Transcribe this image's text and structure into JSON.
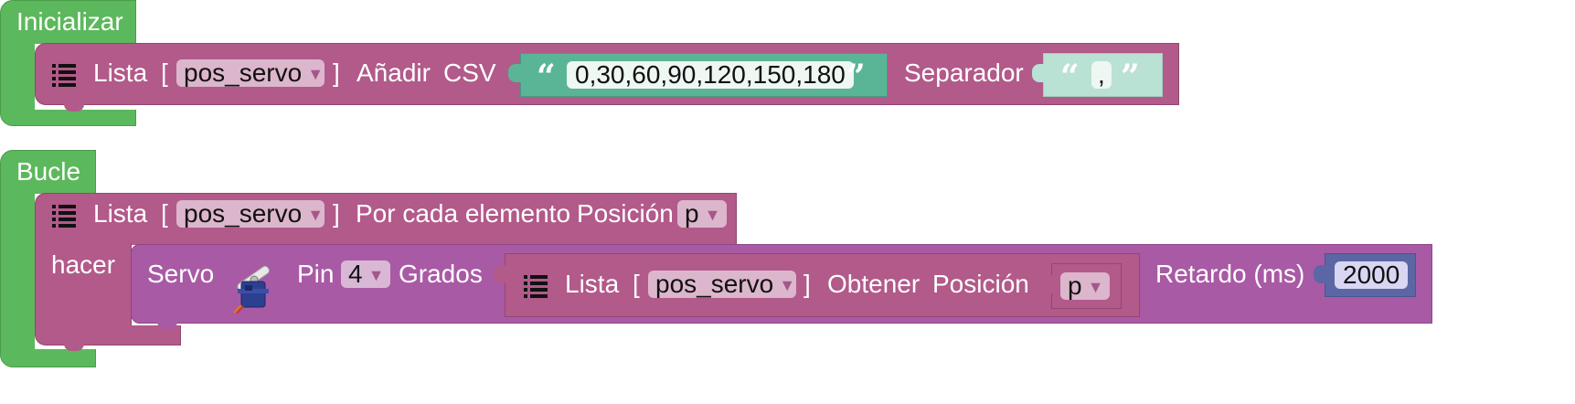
{
  "colors": {
    "event_green": "#5cb85c",
    "list_magenta": "#b25a8a",
    "servo_purple": "#a95aa5",
    "text_green": "#5ab596",
    "text_green_light": "#b9e1d4",
    "number_blue": "#5b67a5"
  },
  "init": {
    "label": "Inicializar",
    "list_block": {
      "icon": "list-icon",
      "lista_label": "Lista",
      "open_bracket": "[",
      "close_bracket": "]",
      "variable": "pos_servo",
      "action_label": "Añadir",
      "csv_label": "CSV",
      "csv_value": "0,30,60,90,120,150,180",
      "separator_label": "Separador",
      "separator_value": ","
    }
  },
  "loop": {
    "label": "Bucle",
    "foreach_block": {
      "icon": "list-icon",
      "lista_label": "Lista",
      "open_bracket": "[",
      "close_bracket": "]",
      "variable": "pos_servo",
      "action_label": "Por cada elemento",
      "position_label": "Posición",
      "position_var": "p",
      "do_label": "hacer"
    },
    "servo_block": {
      "icon": "servo-icon",
      "servo_label": "Servo",
      "pin_label": "Pin",
      "pin_value": "4",
      "degrees_label": "Grados",
      "get_block": {
        "icon": "list-icon",
        "lista_label": "Lista",
        "open_bracket": "[",
        "close_bracket": "]",
        "variable": "pos_servo",
        "action_label": "Obtener",
        "position_label": "Posición",
        "position_var": "p"
      },
      "delay_label": "Retardo (ms)",
      "delay_value": "2000"
    }
  }
}
